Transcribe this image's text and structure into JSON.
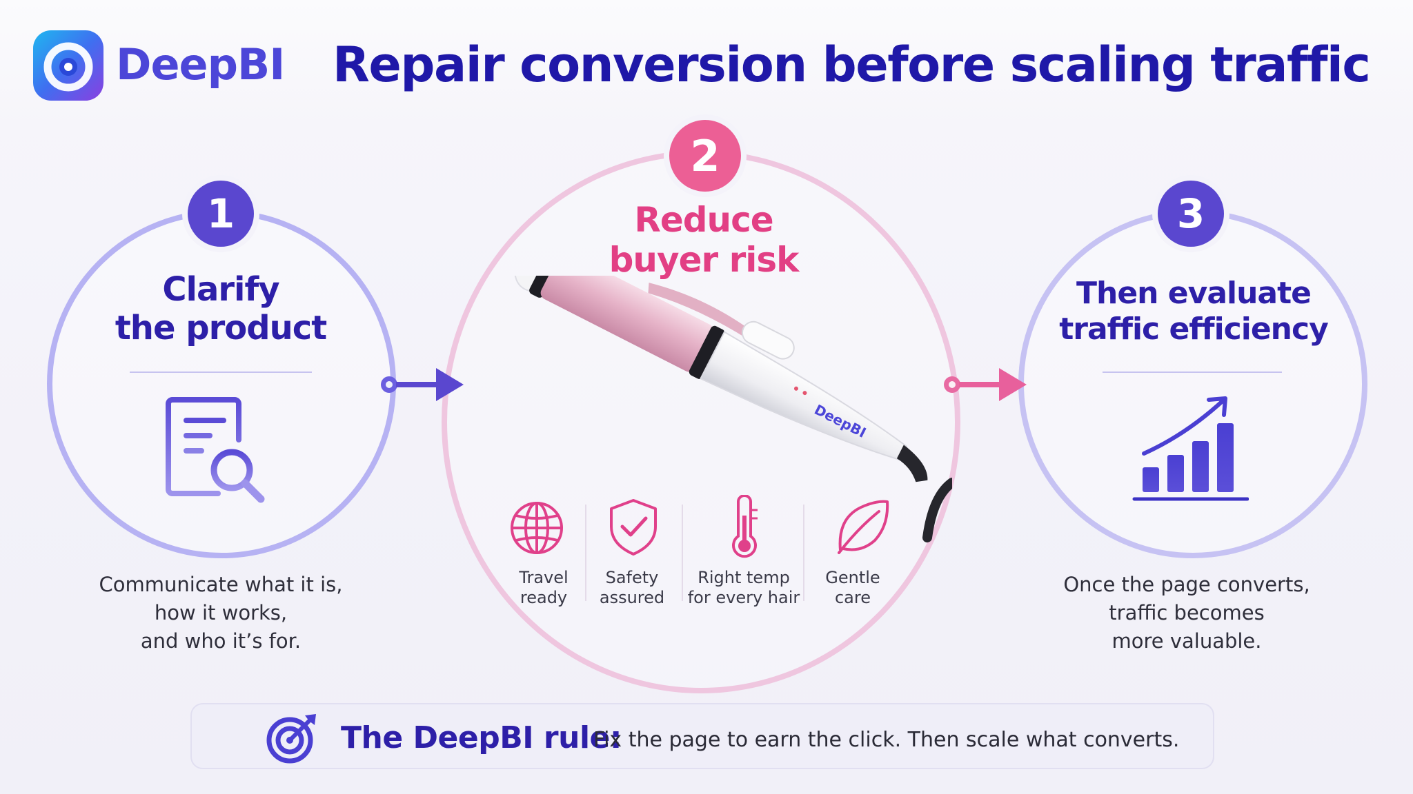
{
  "brand": {
    "name": "DeepBI"
  },
  "title": "Repair conversion before scaling traffic",
  "steps": [
    {
      "number": "1",
      "title_line1": "Clarify",
      "title_line2": "the product",
      "icon": "document-search-icon",
      "desc_line1": "Communicate what it is,",
      "desc_line2": "how it works,",
      "desc_line3": "and who it’s for."
    },
    {
      "number": "2",
      "title_line1": "Reduce",
      "title_line2": "buyer risk",
      "image": "curling-iron-image",
      "product_brand": "DeepBI",
      "features": [
        {
          "icon": "globe-icon",
          "line1": "Travel",
          "line2": "ready"
        },
        {
          "icon": "shield-check-icon",
          "line1": "Safety",
          "line2": "assured"
        },
        {
          "icon": "thermometer-icon",
          "line1": "Right temp",
          "line2": "for every hair"
        },
        {
          "icon": "leaf-icon",
          "line1": "Gentle",
          "line2": "care"
        }
      ]
    },
    {
      "number": "3",
      "title_line1": "Then evaluate",
      "title_line2": "traffic efficiency",
      "icon": "growth-chart-icon",
      "desc_line1": "Once the page converts,",
      "desc_line2": "traffic becomes",
      "desc_line3": "more valuable."
    }
  ],
  "rule": {
    "icon": "target-icon",
    "label": "The DeepBI rule:",
    "text": "Fix the page to earn the click. Then scale what converts."
  },
  "colors": {
    "indigo": "#2d1fa8",
    "purple": "#5a47cf",
    "pink": "#e23f84",
    "ring_lavender": "#b6b2f3",
    "ring_pink": "#efc6df"
  }
}
